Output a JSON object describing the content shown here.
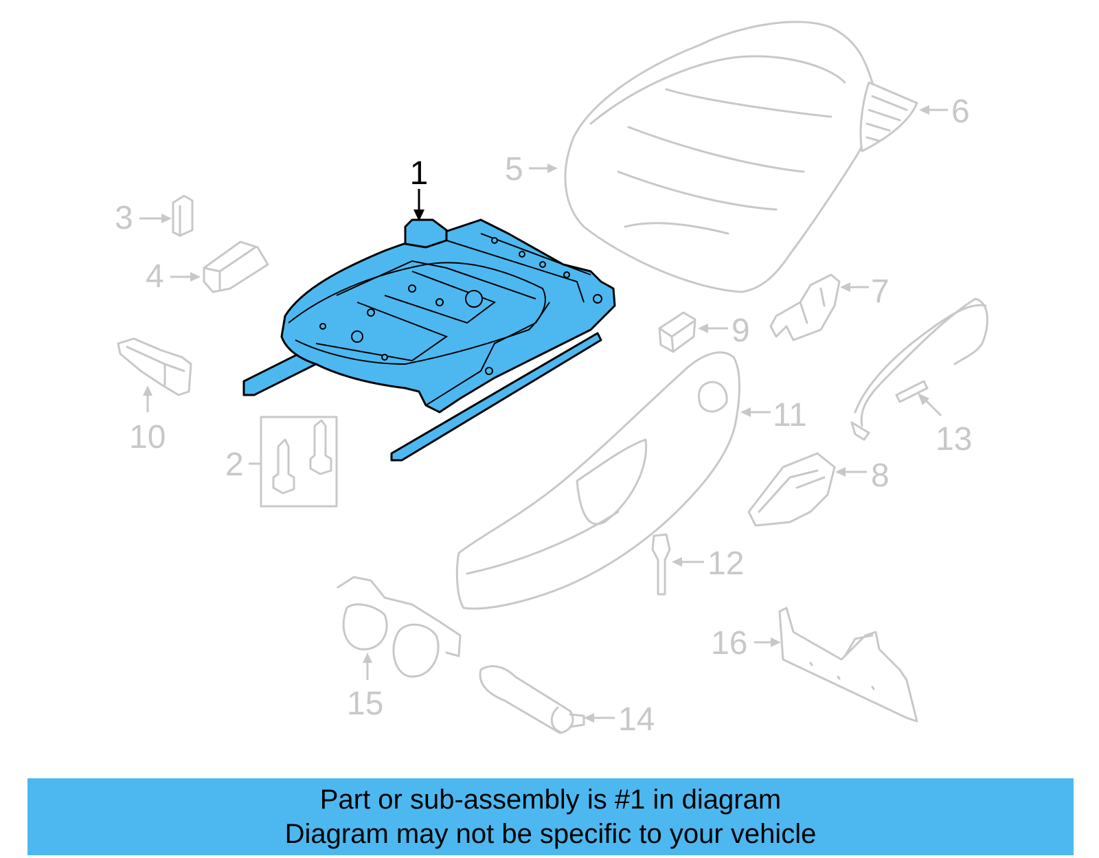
{
  "diagram": {
    "callouts": [
      {
        "id": "1",
        "label": "1",
        "highlighted": true
      },
      {
        "id": "2",
        "label": "2"
      },
      {
        "id": "3",
        "label": "3"
      },
      {
        "id": "4",
        "label": "4"
      },
      {
        "id": "5",
        "label": "5"
      },
      {
        "id": "6",
        "label": "6"
      },
      {
        "id": "7",
        "label": "7"
      },
      {
        "id": "8",
        "label": "8"
      },
      {
        "id": "9",
        "label": "9"
      },
      {
        "id": "10",
        "label": "10"
      },
      {
        "id": "11",
        "label": "11"
      },
      {
        "id": "12",
        "label": "12"
      },
      {
        "id": "13",
        "label": "13"
      },
      {
        "id": "14",
        "label": "14"
      },
      {
        "id": "15",
        "label": "15"
      },
      {
        "id": "16",
        "label": "16"
      }
    ],
    "highlight_color": "#4db8f0",
    "other_parts_color": "#c8c8c8"
  },
  "banner": {
    "line1": "Part or sub-assembly is #1 in diagram",
    "line2": "Diagram may not be specific to your vehicle",
    "color": "#4db8f0"
  }
}
